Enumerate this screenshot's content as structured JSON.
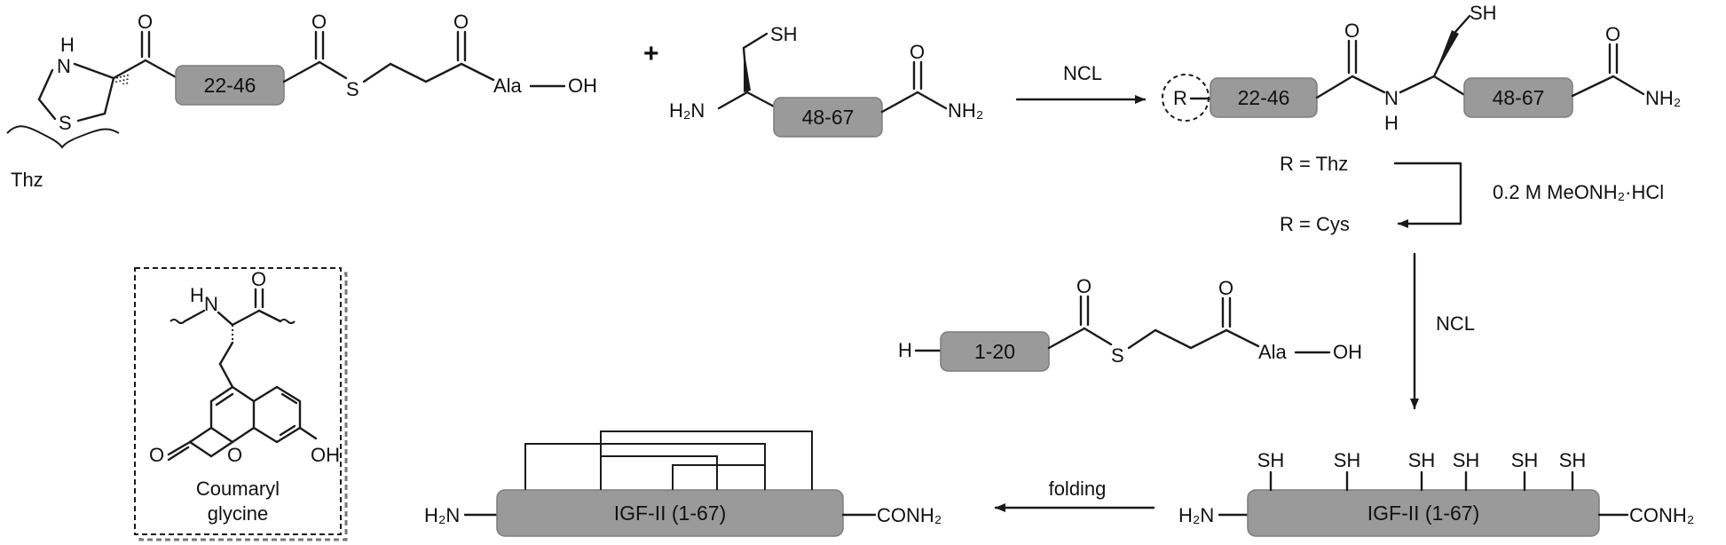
{
  "top_left": {
    "segment": "22-46",
    "thz_brace": "Thz",
    "thioester_s": "S",
    "carbonyl_o": "O",
    "ala": "Ala",
    "oh": "OH",
    "thz_n": "N",
    "thz_h": "H",
    "thz_s": "S"
  },
  "plus": "+",
  "cys_fragment": {
    "segment": "48-67",
    "sh": "SH",
    "h2n": "H₂N",
    "nh2": "NH₂",
    "o": "O"
  },
  "arrow1_label": "NCL",
  "product": {
    "r_group": "R",
    "segment_a": "22-46",
    "segment_b": "48-67",
    "amide_o": "O",
    "n": "N",
    "h": "H",
    "sh": "SH",
    "c_term_o": "O",
    "nh2": "NH₂"
  },
  "r_thz": "R = Thz",
  "r_cys": "R = Cys",
  "reagent": "0.2 M MeONH₂·HCl",
  "arrow2_label": "NCL",
  "fragment_1_20": {
    "h": "H",
    "segment": "1-20",
    "s": "S",
    "o1": "O",
    "o2": "O",
    "ala": "Ala",
    "oh": "OH"
  },
  "coumaryl": {
    "nh_n": "N",
    "nh_h": "H",
    "o_carbonyl": "O",
    "o_ring": "O",
    "o_lactone": "O",
    "oh": "OH",
    "name_line1": "Coumaryl",
    "name_line2": "glycine"
  },
  "unfolded": {
    "label": "IGF-II (1-67)",
    "h2n": "H₂N",
    "conh2": "CONH₂",
    "sh_labels": [
      "SH",
      "SH",
      "SH",
      "SH",
      "SH",
      "SH"
    ]
  },
  "arrow3_label": "folding",
  "folded": {
    "label": "IGF-II (1-67)",
    "h2n": "H₂N",
    "conh2": "CONH₂"
  }
}
